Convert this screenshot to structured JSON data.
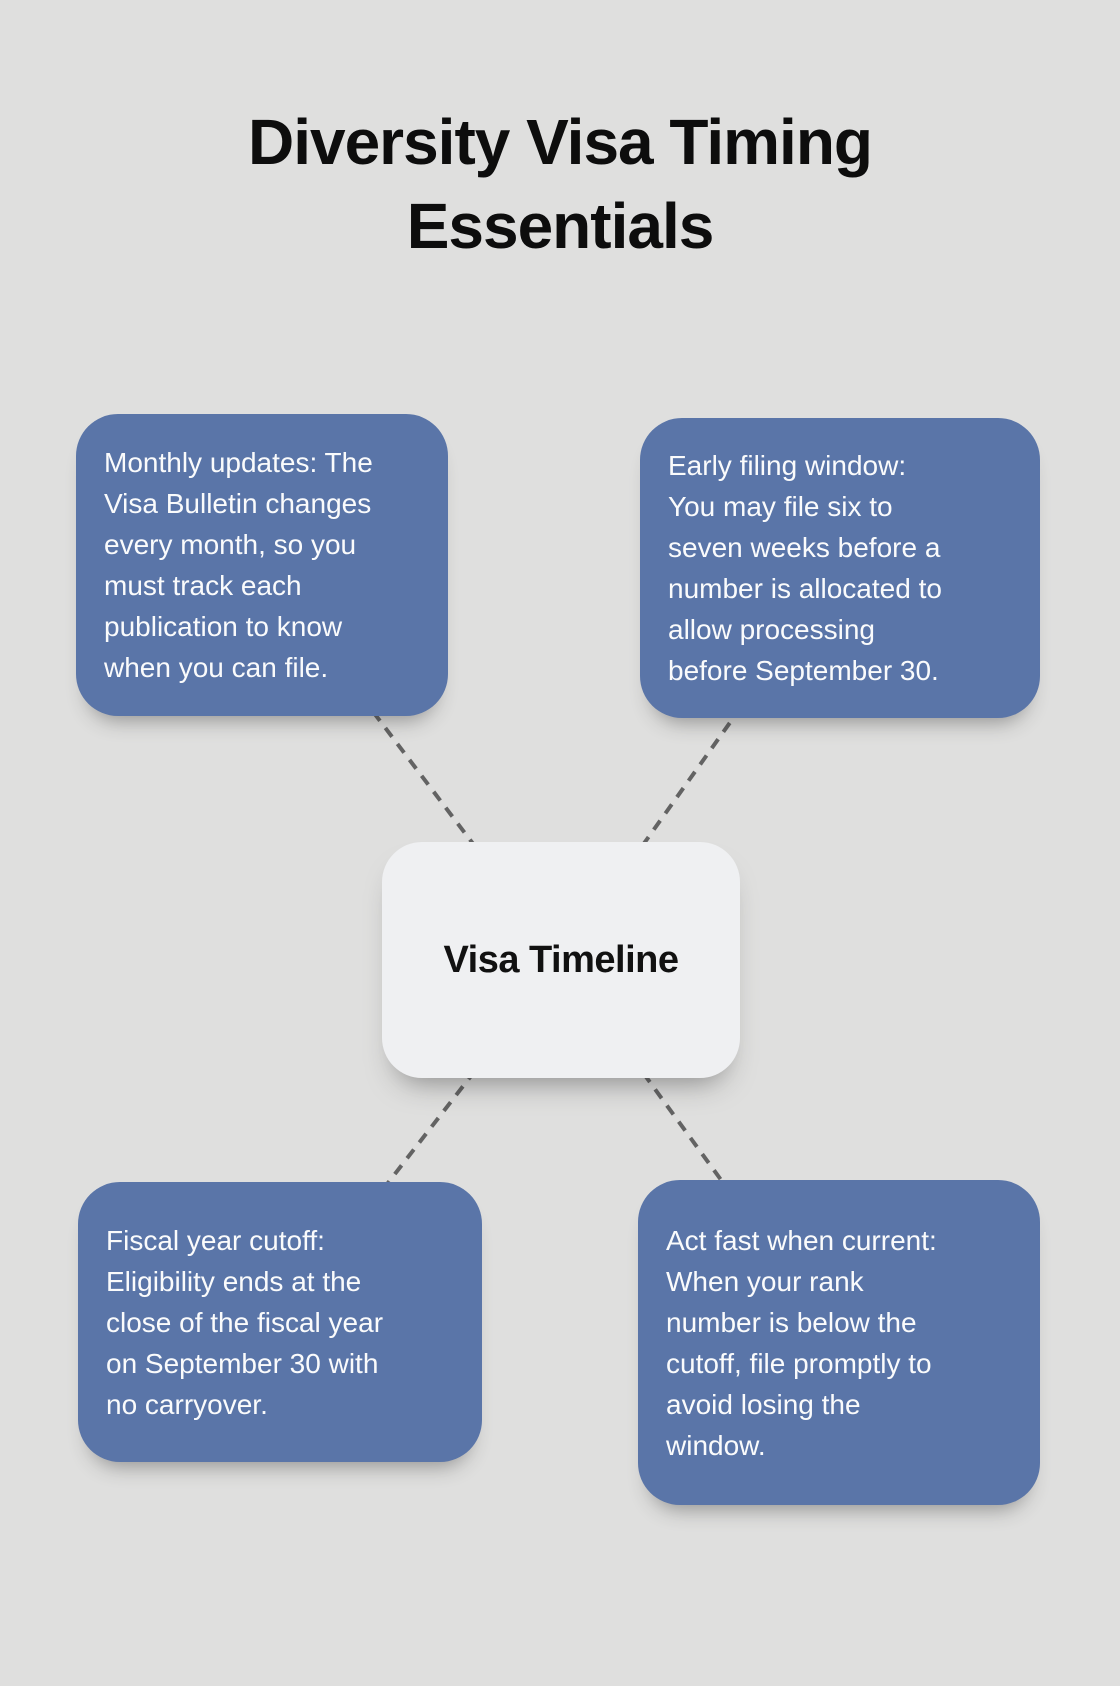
{
  "title": "Diversity Visa Timing\nEssentials",
  "center_node": {
    "label": "Visa Timeline"
  },
  "cards": [
    {
      "id": "monthly-updates",
      "position": "top-left",
      "text": "Monthly updates: The\nVisa Bulletin changes\nevery month, so you\nmust track each\npublication to know\nwhen you can file."
    },
    {
      "id": "early-filing-window",
      "position": "top-right",
      "text": "Early filing window:\nYou may file six to\nseven weeks before a\nnumber is allocated to\nallow processing\nbefore September 30."
    },
    {
      "id": "fiscal-year-cutoff",
      "position": "bottom-left",
      "text": "Fiscal year cutoff:\nEligibility ends at the\nclose of the fiscal year\non September 30 with\nno carryover."
    },
    {
      "id": "act-fast-when-current",
      "position": "bottom-right",
      "text": "Act fast when current:\nWhen your rank\nnumber is below the\ncutoff, file promptly to\navoid losing the\nwindow."
    }
  ],
  "colors": {
    "page-bg": "#dfdfde",
    "card-bg": "#5a75a8",
    "card-text": "#fafbfc",
    "center-bg": "#eff0f2",
    "center-text": "#111111",
    "title-text": "#0d0d0d",
    "connector": "#636363"
  }
}
